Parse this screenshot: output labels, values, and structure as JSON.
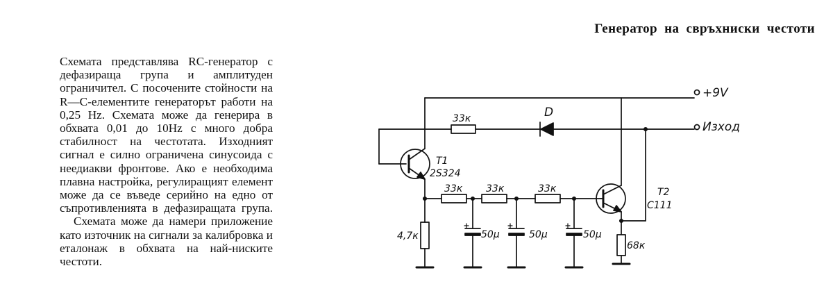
{
  "header": {
    "title": "Генератор на свръхниски честоти"
  },
  "body": {
    "paragraphs": [
      "Схемата представлява RC-генератор с дефазираща група и амплитуден ограничител. С посочените стойности на R—C-елементите генераторът работи на 0,25 Hz. Схемата може да генерира в обхвата 0,01 до 10Hz с много добра стабилност на честотата. Изходният сигнал е силно ограничена синусоида с неедиакви фронтове. Ако е необходима плавна настройка, регулиращият елемент може да се въведе серийно на едно от съпротивленията в дефазиращата група.",
      "Схемата може да намери приложение като източник на сигнали за калибровка и еталонаж в обхвата на най-ниските честоти."
    ]
  },
  "schematic": {
    "supply_label": "+9V",
    "output_label": "Изход",
    "diode_label": "D",
    "feedback_resistor": "33к",
    "t1_name": "T1",
    "t1_type": "2S324",
    "t2_name": "T2",
    "t2_type": "C111",
    "r_phase_1": "33к",
    "r_phase_2": "33к",
    "r_phase_3": "33к",
    "r_emitter_t1": "4,7к",
    "r_emitter_t2": "68к",
    "c1": "50μ",
    "c2": "50μ",
    "c3": "50μ"
  }
}
